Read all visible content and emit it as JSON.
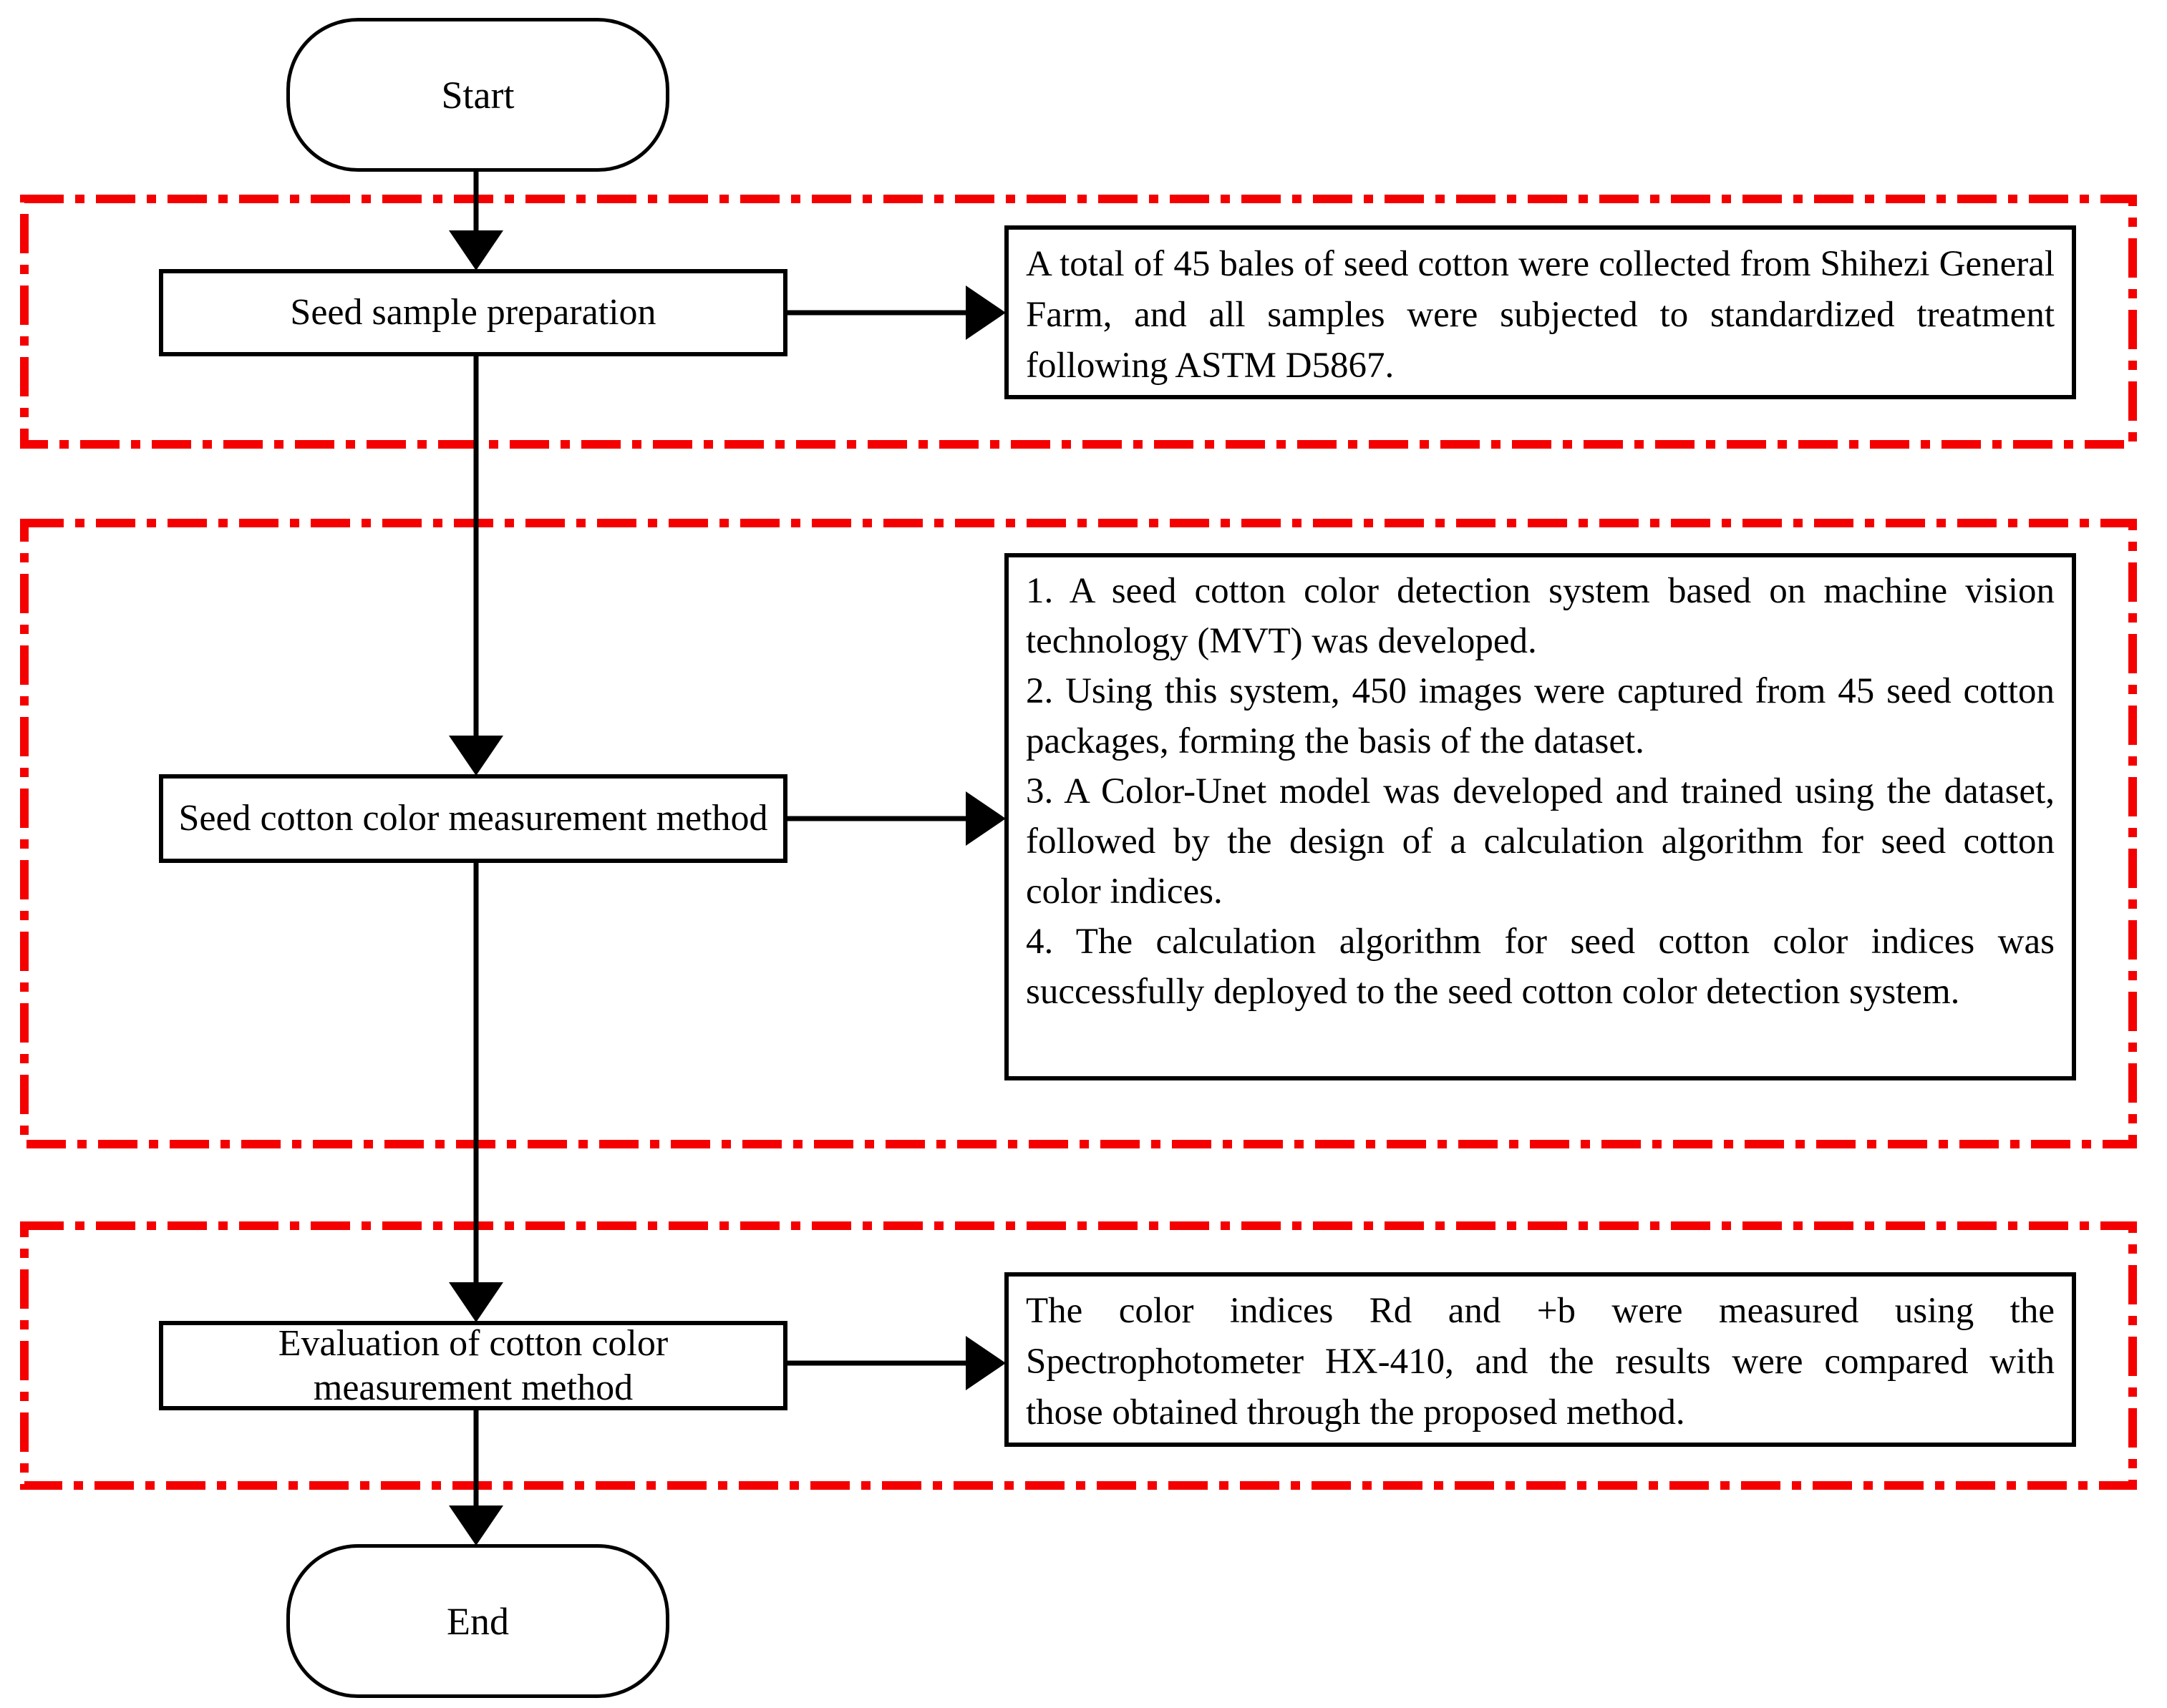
{
  "diagram": {
    "start": {
      "label": "Start"
    },
    "end": {
      "label": "End"
    },
    "phases": [
      {
        "step": {
          "label": "Seed sample preparation"
        },
        "note": {
          "paragraphs": [
            "A total of 45 bales of seed cotton were collected from Shihezi General Farm, and all samples were subjected to standardized treatment following ASTM D5867."
          ]
        }
      },
      {
        "step": {
          "label": "Seed cotton color measurement method"
        },
        "note": {
          "paragraphs": [
            "1. A seed cotton color detection system based on machine vision technology (MVT) was developed.",
            "2. Using this system, 450 images were captured from 45 seed cotton packages, forming the basis of the dataset.",
            "3. A Color-Unet model was developed and trained using the dataset, followed by the design of a calculation algorithm for seed cotton color indices.",
            "4. The calculation algorithm for seed cotton color indices was successfully deployed to the seed cotton color detection system."
          ]
        }
      },
      {
        "step": {
          "label": "Evaluation of cotton color measurement method"
        },
        "note": {
          "paragraphs": [
            "The color indices Rd and +b were measured using the Spectrophotometer HX-410, and the results were compared with those obtained through the proposed method."
          ]
        }
      }
    ],
    "colors": {
      "boundary_red": "#f40000",
      "line_black": "#000000"
    }
  }
}
